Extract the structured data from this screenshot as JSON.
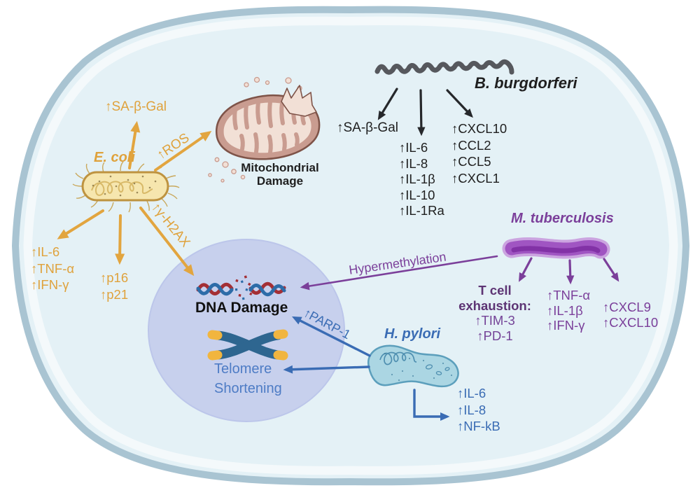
{
  "colors": {
    "ecoli_accent": "#DFA23C",
    "burgdorferi_accent": "#1F1F1F",
    "tuberculosis_accent": "#7B3F9A",
    "tuberculosis_dark": "#5D3474",
    "pylori_accent": "#3A6CB4",
    "telomere_text": "#4E7CC5",
    "cell_membrane": "#A9C4D2",
    "cytoplasm": "#E4F1F6",
    "nucleus_fill": "#C7D0ED",
    "mitochondria_body": "#C99C90",
    "dna_red": "#A42F35",
    "dna_blue": "#2D6CA8",
    "chromosome_blue": "#2E6690",
    "telomere_cap_yellow": "#F1B53F"
  },
  "ecoli": {
    "name": "E. coli",
    "sa_b_gal": "↑SA-β-Gal",
    "ros": "↑ROS",
    "h2ax": "↑γ-H2AX",
    "cytokines": [
      "↑IL-6",
      "↑TNF-α",
      "↑IFN-γ"
    ],
    "cell_cycle": [
      "↑p16",
      "↑p21"
    ]
  },
  "mitochondria": {
    "label_line1": "Mitochondrial",
    "label_line2": "Damage"
  },
  "burgdorferi": {
    "name": "B. burgdorferi",
    "sa_b_gal": "↑SA-β-Gal",
    "interleukins": [
      "↑IL-6",
      "↑IL-8",
      "↑IL-1β",
      "↑IL-10",
      "↑IL-1Ra"
    ],
    "chemokines": [
      "↑CXCL10",
      "↑CCL2",
      "↑CCL5",
      "↑CXCL1"
    ]
  },
  "tuberculosis": {
    "name": "M. tuberculosis",
    "hypermethylation": "Hypermethylation",
    "t_cell_line1": "T cell",
    "t_cell_line2": "exhaustion:",
    "t_cell_markers": [
      "↑TIM-3",
      "↑PD-1"
    ],
    "cytokines": [
      "↑TNF-α",
      "↑IL-1β",
      "↑IFN-γ"
    ],
    "chemokines": [
      "↑CXCL9",
      "↑CXCL10"
    ]
  },
  "pylori": {
    "name": "H. pylori",
    "parp": "↑PARP-1",
    "outputs": [
      "↑IL-6",
      "↑IL-8",
      "↑NF-kB"
    ]
  },
  "nucleus": {
    "dna_damage": "DNA Damage",
    "telomere_line1": "Telomere",
    "telomere_line2": "Shortening"
  }
}
